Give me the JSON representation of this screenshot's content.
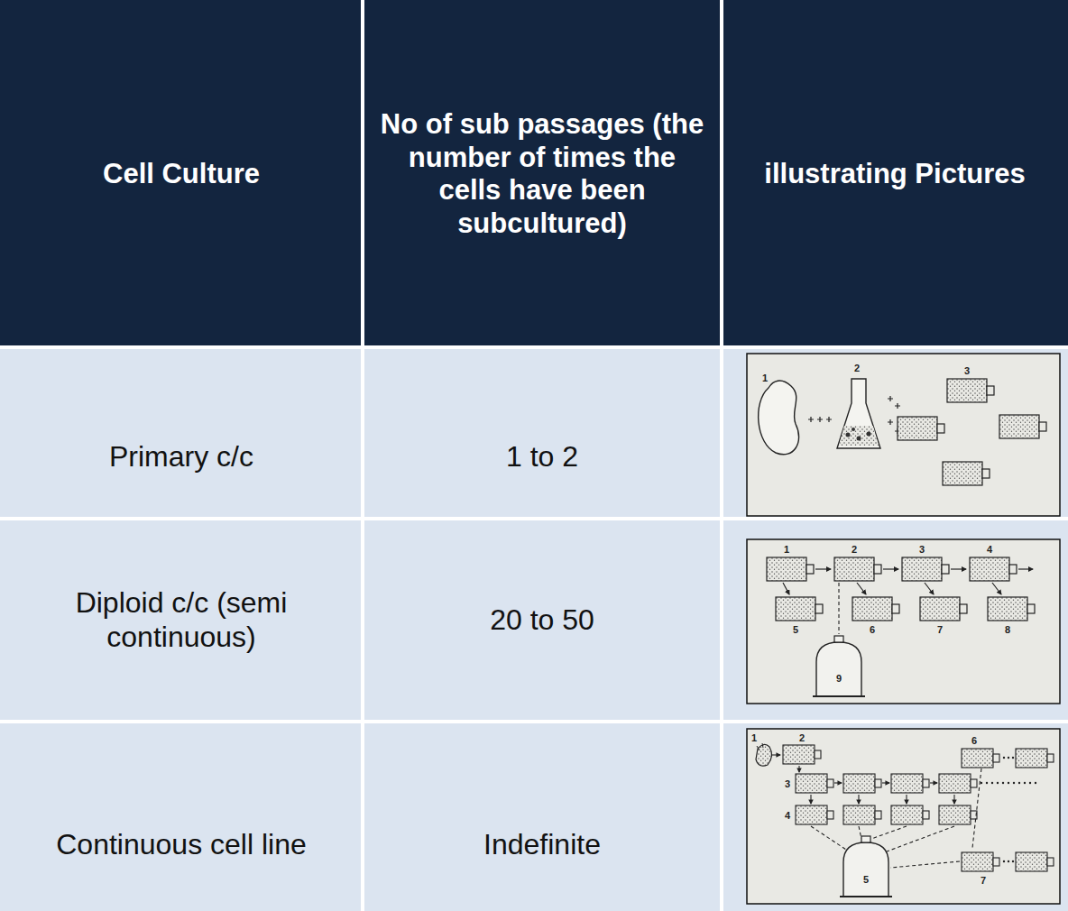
{
  "diagram": {
    "labels": [
      "Cell Culture",
      "No of sub passages (the number of times the cells have been subcultured)",
      "illustrating Pictures",
      "Primary c/c",
      "1 to 2",
      "Diploid c/c (semi continuous)",
      "20 to 50",
      "Continuous cell line",
      "Indefinite",
      "1",
      "2",
      "3",
      "1",
      "2",
      "3",
      "4",
      "5",
      "6",
      "7",
      "8",
      "9",
      "1",
      "2",
      "3",
      "4",
      "5",
      "6",
      "7"
    ]
  }
}
